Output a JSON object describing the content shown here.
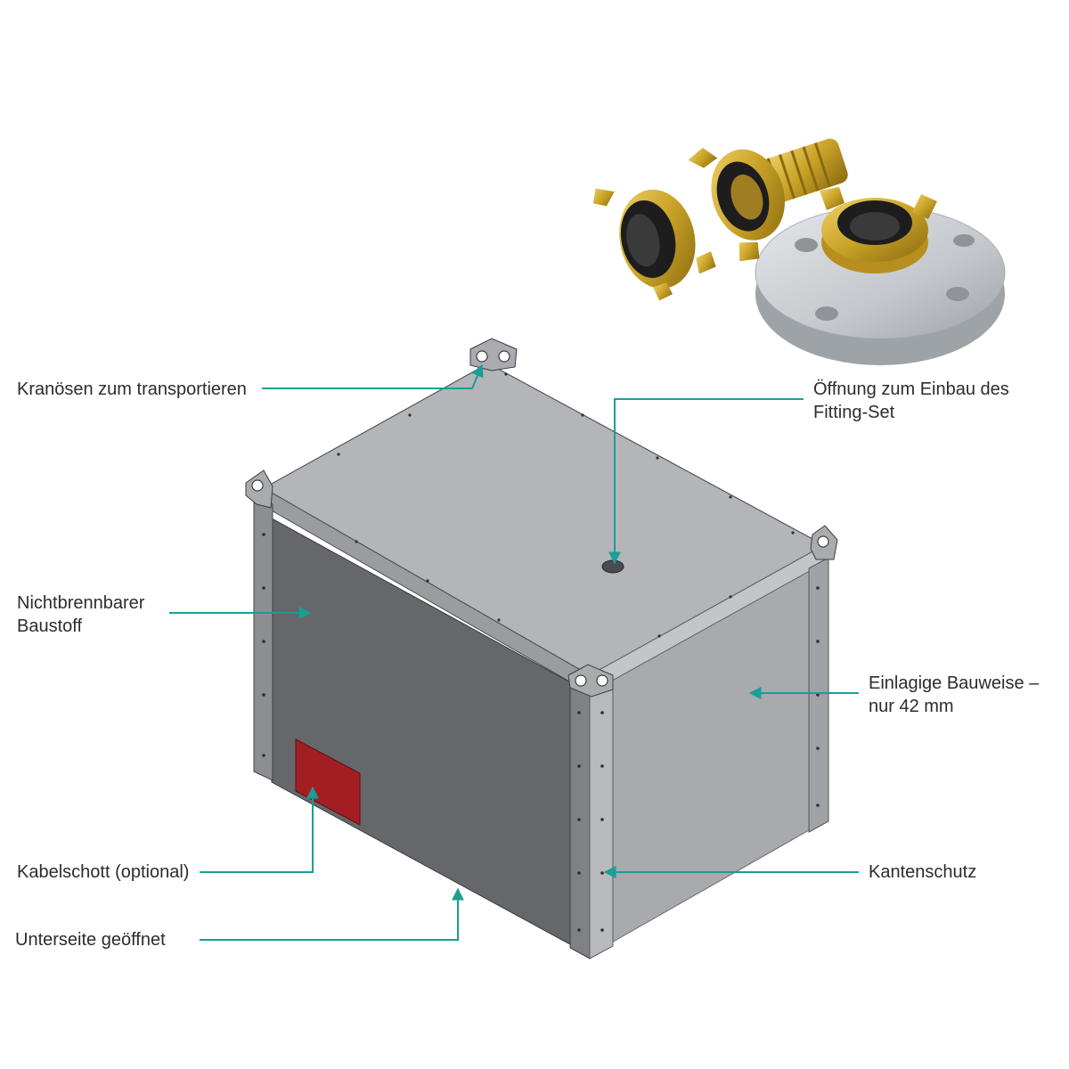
{
  "labels": {
    "crane_eyes": "Kranösen zum transportieren",
    "opening_line1": "Öffnung zum Einbau des",
    "opening_line2": "Fitting-Set",
    "material_line1": "Nichtbrennbarer",
    "material_line2": "Baustoff",
    "single_layer_line1": "Einlagige Bauweise –",
    "single_layer_line2": "nur 42 mm",
    "cable_bulkhead": "Kabelschott (optional)",
    "edge_protection": "Kantenschutz",
    "bottom_open": "Unterseite geöffnet"
  },
  "colors": {
    "leader_line": "#1a9e96",
    "box_top": "#b3b5b8",
    "box_front": "#66676b",
    "box_side": "#a8aaad",
    "edge_rail": "#8c8e92",
    "cable_panel": "#a31e22",
    "brass": "#c9a227",
    "flange_steel": "#c9ccd0"
  }
}
